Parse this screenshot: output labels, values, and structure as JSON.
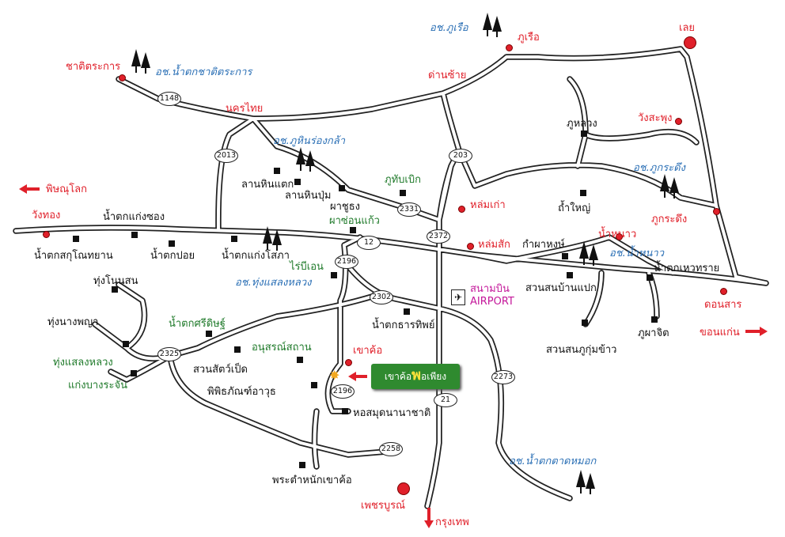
{
  "places_red": {
    "loei": "เลย",
    "phu_ruea": "ภูเรือ",
    "chat_trakan": "ชาติตระการ",
    "dan_sai": "ด่านซ้าย",
    "nakhon_thai": "นครไทย",
    "wang_saphung": "วังสะพุง",
    "phitsanulok": "พิษณุโลก",
    "wang_thong": "วังทอง",
    "lom_kao": "หล่มเก่า",
    "lom_sak": "หล่มสัก",
    "nam_nao": "น้ำหนาว",
    "phu_kradueng": "ภูกระดึง",
    "khao_kho": "เขาค้อ",
    "chon_daen": "ดอนสาร",
    "khon_kaen": "ขอนแก่น",
    "phetchabun": "เพชรบูรณ์",
    "bangkok": "กรุงเทพ"
  },
  "places_black": {
    "nam_tok_kaeng_song": "น้ำตกแก่งซอง",
    "nam_tok_kaeng_sopha": "น้ำตกแก่งโสภา",
    "nam_tok_poi": "น้ำตกปอย",
    "nam_tok_sakunothayan": "น้ำตกสกุโณทยาน",
    "lan_hin_taek": "ลานหินแตก",
    "lan_hin_pum": "ลานหินปุ่ม",
    "pha_chu_thong": "ผาชูธง",
    "phu_luang": "ภูหลวง",
    "tham_yai": "ถ้ำใหญ่",
    "kam_pha_hong": "กำผาหงษ์",
    "nam_tok_huai_sai": "น้ำตกเหวทราย",
    "suan_son_ban_paek": "สวนสนบ้านแปก",
    "suan_son_phu_khao": "สวนสนภูกุ่มข้าว",
    "phu_pha_chit": "ภูผาจิต",
    "nam_tok_than_thip": "น้ำตกธารทิพย์",
    "thung_non_son": "ทุ่งโนนสน",
    "thung_nang_phaya": "ทุ่งนางพญา",
    "suan_sat_pet": "สวนสัตว์เป็ด",
    "phiphitthaphan": "พิพิธภัณฑ์อาวุธ",
    "hor_samut": "หอสมุดนานาชาติ",
    "phra_tamnak": "พระตำหนักเขาค้อ"
  },
  "places_green": {
    "phu_thap_boek": "ภูทับเบิก",
    "pha_son_kaeo": "ผาซ่อนแก้ว",
    "rai_bi_en": "ไร่บีเอน",
    "nam_tok_si_dit": "น้ำตกศรีดิษฐ์",
    "anusorn_sathan": "อนุสรณ์สถาน",
    "thung_saeng_luang": "ทุ่งแสลงหลวง",
    "kaeng_bang_rachan": "แก่งบางระจัน"
  },
  "parks_blue": {
    "phu_ruea": "อช.ภูเรือ",
    "nam_tok_chat_trakan": "อช.น้ำตกชาติตระการ",
    "phu_hin_rong_kla": "อช.ภูหินร่องกล้า",
    "phu_kradueng": "อช.ภูกระดึง",
    "nam_nao": "อช.น้ำหนาว",
    "thung_saeng_luang": "อช.ทุ่งแสลงหลวง",
    "nam_tok_chat_dok_mok": "อช.น้ำตกตาดหมอก"
  },
  "routes": {
    "r1148": "1148",
    "r2013": "2013",
    "r203": "203",
    "r2331": "2331",
    "r2372": "2372",
    "r12": "12",
    "r2196a": "2196",
    "r2302": "2302",
    "r2325": "2325",
    "r2196b": "2196",
    "r21": "21",
    "r2273": "2273",
    "r2258": "2258"
  },
  "airport": {
    "th": "สนามบิน",
    "en": "AIRPORT"
  },
  "resort": {
    "prefix": "เขาค้อ",
    "highlight": "พ",
    "suffix": "อเพียง"
  },
  "colors": {
    "red_label": "#e0202a",
    "green_label": "#1f7a2a",
    "blue_label": "#2a6fb5",
    "resort": "#2f8a2f"
  }
}
